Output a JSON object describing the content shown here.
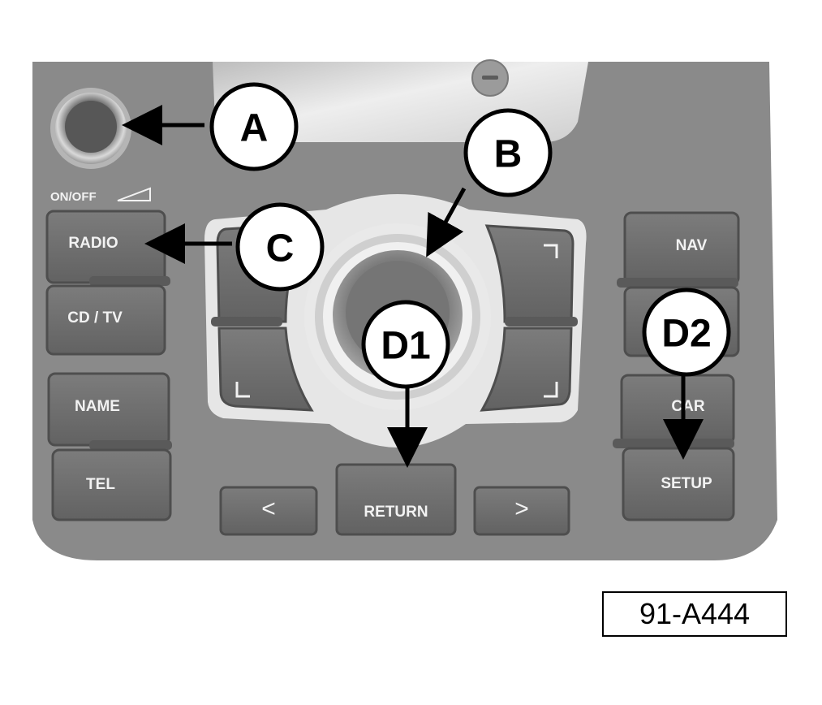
{
  "panel": {
    "labels": {
      "on_off": "ON/OFF",
      "radio": "RADIO",
      "cd_tv": "CD / TV",
      "name": "NAME",
      "tel": "TEL",
      "nav": "NAV",
      "car": "CAR",
      "setup": "SETUP",
      "return": "RETURN",
      "prev": "<",
      "next": ">"
    }
  },
  "callouts": {
    "a": "A",
    "b": "B",
    "c": "C",
    "d1": "D1",
    "d2": "D2"
  },
  "figure_id": "91-A444",
  "colors": {
    "panel": "#8a8a8a",
    "button": "#6f6f6f",
    "bezel": "#e6e6e6"
  }
}
